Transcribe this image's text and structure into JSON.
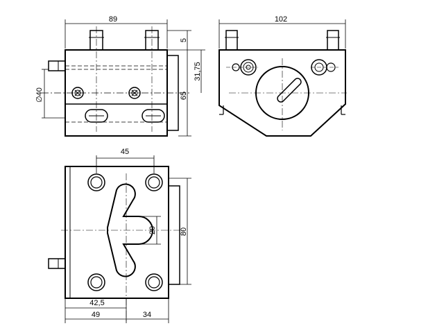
{
  "drawing": {
    "colors": {
      "line": "#000000",
      "background": "#ffffff"
    },
    "front_view": {
      "dims": {
        "width": "89",
        "top_pin": "5",
        "height": "65",
        "center": "31,75",
        "diameter": "∅40"
      }
    },
    "side_view": {
      "dims": {
        "width": "102"
      }
    },
    "top_view": {
      "dims": {
        "hole_spacing": "45",
        "slot_width": "20",
        "height": "80",
        "offset": "42,5",
        "left_width": "49",
        "right_width": "34"
      }
    }
  }
}
